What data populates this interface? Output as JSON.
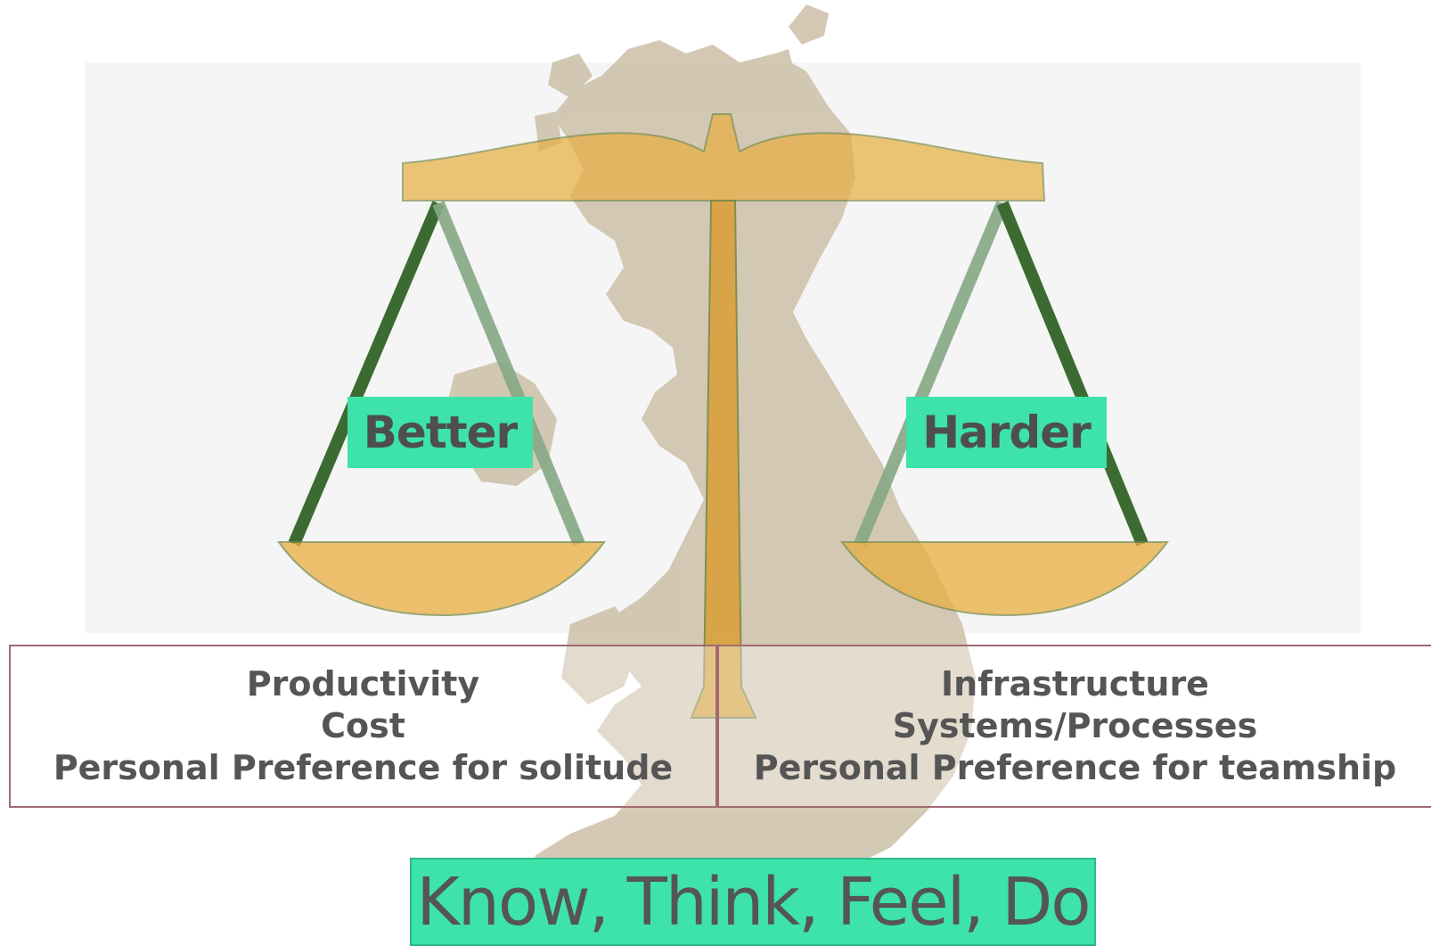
{
  "colors": {
    "map": "#cdbfa8",
    "brass": "#e8ae3e",
    "brass_dark": "#c99235",
    "chain_dark": "#3c6b32",
    "chain_light": "#86a884",
    "label_bg": "#3de3a9",
    "box_border": "#a06a72",
    "text": "#555555"
  },
  "icons": {
    "map": "uk-map-silhouette",
    "scale": "balance-scale"
  },
  "left_label": "Better",
  "right_label": "Harder",
  "left_list": [
    "Productivity",
    "Cost",
    "Personal Preference for solitude"
  ],
  "right_list": [
    "Infrastructure",
    "Systems/Processes",
    "Personal Preference for teamship"
  ],
  "footer_text": "Know, Think, Feel, Do"
}
